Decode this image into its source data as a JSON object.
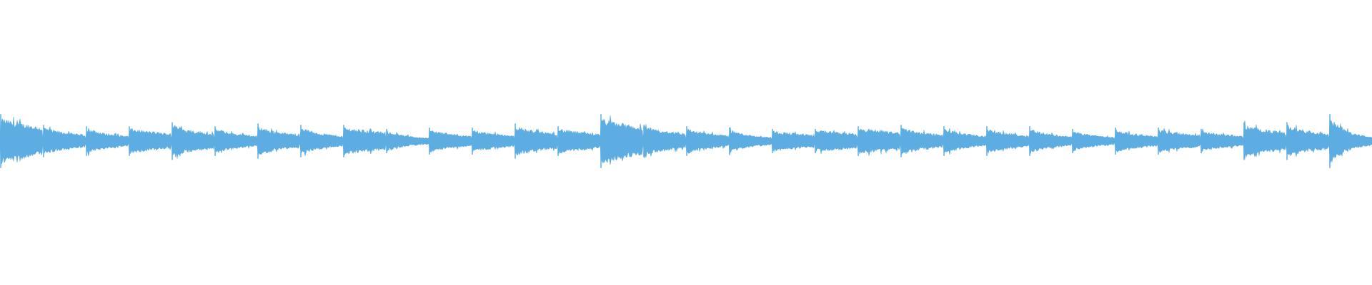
{
  "waveform": {
    "color": "#5DADE2",
    "background": "#ffffff",
    "duration_beats": 32,
    "onset_strengths": [
      1.0,
      0.6,
      0.55,
      0.55,
      0.7,
      0.55,
      0.65,
      0.6,
      0.6,
      0.45,
      0.5,
      0.5,
      0.65,
      0.55,
      1.0,
      0.6,
      0.55,
      0.5,
      0.45,
      0.45,
      0.55,
      0.6,
      0.55,
      0.55,
      0.55,
      0.45,
      0.5,
      0.5,
      0.45,
      0.7,
      0.7,
      1.0
    ],
    "tail_strengths": [
      0.55,
      0.25,
      0.2,
      0.3,
      0.3,
      0.2,
      0.25,
      0.2,
      0.35,
      0.12,
      0.2,
      0.22,
      0.3,
      0.28,
      0.55,
      0.3,
      0.22,
      0.15,
      0.25,
      0.3,
      0.35,
      0.25,
      0.2,
      0.22,
      0.18,
      0.15,
      0.2,
      0.25,
      0.2,
      0.35,
      0.3,
      0.15
    ]
  }
}
